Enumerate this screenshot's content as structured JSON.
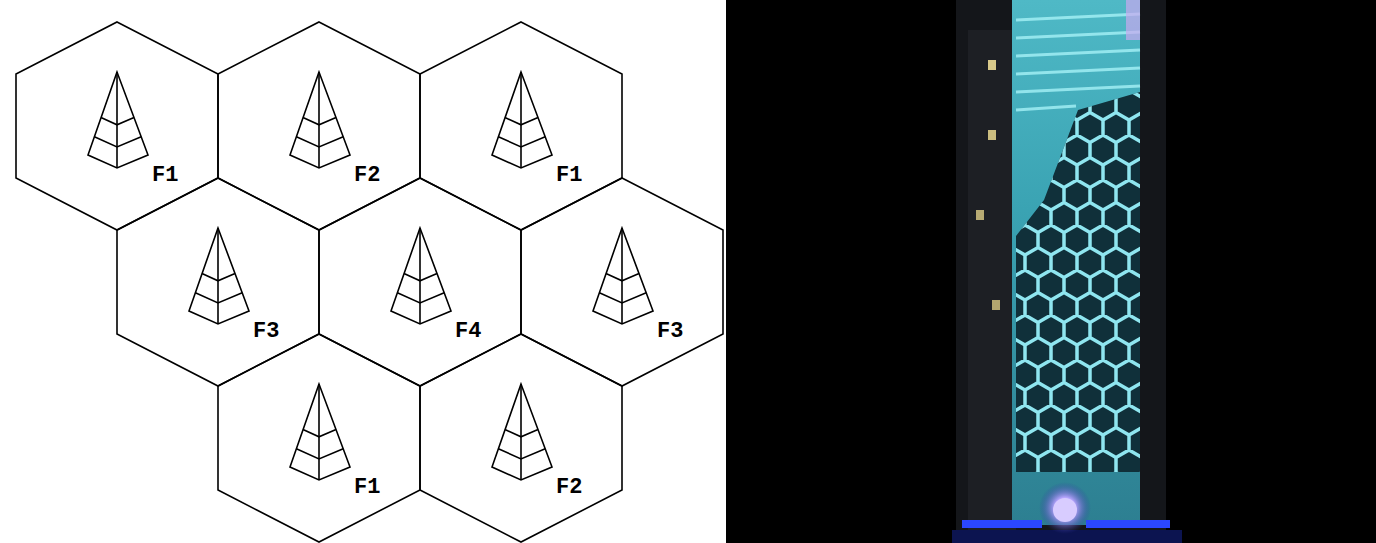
{
  "diagram": {
    "nodes": [
      {
        "text": [
          "F1"
        ]
      },
      {
        "text": [
          "F2"
        ]
      },
      {
        "text": [
          "F1"
        ]
      },
      {
        "text": [
          "F3"
        ]
      },
      {
        "text": [
          "F4"
        ]
      },
      {
        "text": [
          "F3"
        ]
      },
      {
        "text": [
          "F1"
        ]
      },
      {
        "text": [
          "F2"
        ]
      }
    ]
  }
}
